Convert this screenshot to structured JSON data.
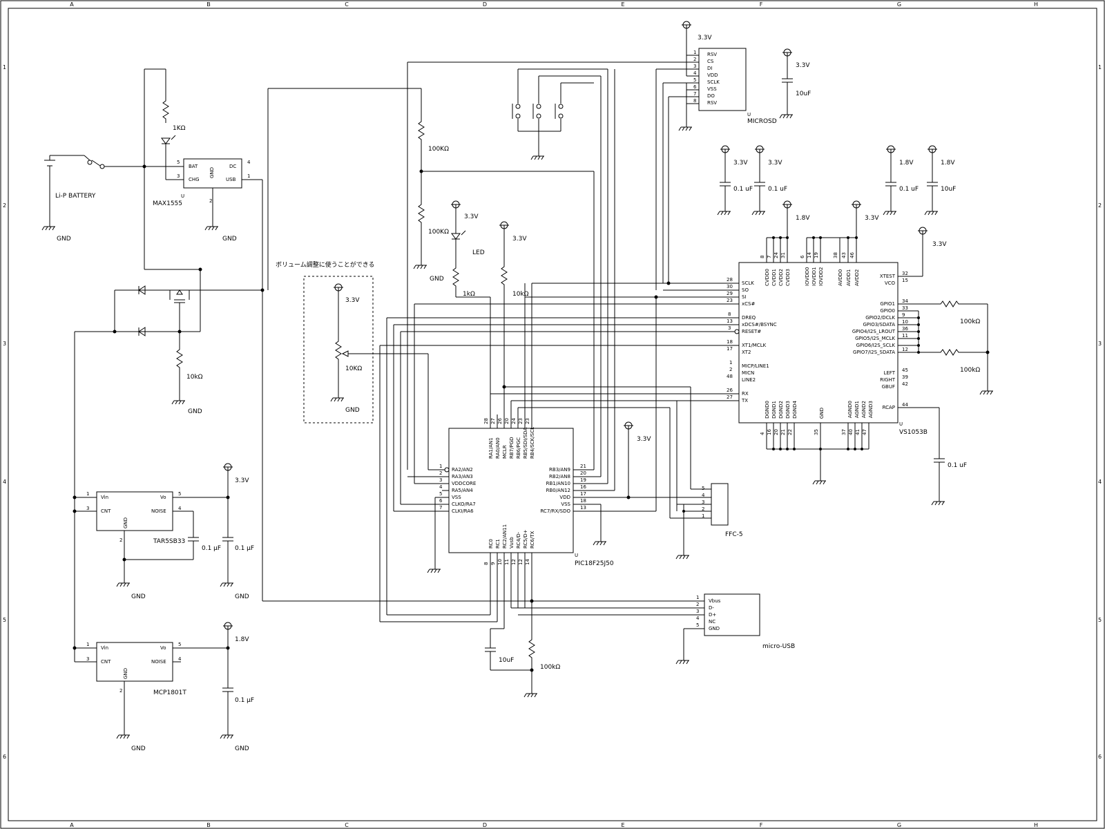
{
  "frame": {
    "cols": [
      "A",
      "B",
      "C",
      "D",
      "E",
      "F",
      "G",
      "H"
    ],
    "rows": [
      "1",
      "2",
      "3",
      "4",
      "5",
      "6"
    ]
  },
  "power": {
    "p33": "3.3V",
    "p18": "1.8V",
    "gnd": "GND"
  },
  "battery": {
    "label": "Li-P BATTERY"
  },
  "max1555": {
    "name": "MAX1555",
    "u": "U",
    "pins": {
      "bat": "BAT",
      "chg": "CHG",
      "dc": "DC",
      "usb": "USB",
      "gnd": "GND"
    },
    "nums": {
      "bat": "5",
      "chg": "3",
      "dc": "4",
      "usb": "1",
      "gnd": "2"
    },
    "r1k": "1KΩ"
  },
  "charger": {
    "r10k": "10kΩ"
  },
  "volume": {
    "note": "ボリューム調整に使うことができる",
    "r": "10KΩ"
  },
  "tar": {
    "name": "TAR5SB33",
    "pins": {
      "vin": "Vin",
      "cnt": "CNT",
      "vo": "Vo",
      "noise": "NOISE",
      "gnd": "GND"
    },
    "nums": {
      "vin": "1",
      "cnt": "3",
      "vo": "5",
      "noise": "4",
      "gnd": "2"
    },
    "c1": "0.1 μF",
    "c2": "0.1 μF"
  },
  "mcp": {
    "name": "MCP1801T",
    "c": "0.1 μF"
  },
  "pic": {
    "name": "PIC18F25J50",
    "top_pins": [
      "RA1/AN1",
      "RA0/AN0",
      "MCLR",
      "RB7/PGD",
      "RB6/PGC",
      "RB5/SDI/SDA",
      "RB4/SCK/SCL"
    ],
    "top_nums": [
      "28",
      "27",
      "26",
      "20",
      "24",
      "23",
      "23"
    ],
    "left_pins": [
      "RA2/AN2",
      "RA3/AN3",
      "VDDCORE",
      "RA5/AN4",
      "VSS",
      "CLKO/RA7",
      "CLKI/RA6"
    ],
    "left_nums": [
      "1",
      "2",
      "3",
      "4",
      "5",
      "6",
      "7"
    ],
    "right_pins": [
      "RB3/AN9",
      "RB2/AN8",
      "RB1/AN10",
      "RB0/AN12",
      "VDD",
      "VSS",
      "RC7/RX/SDO"
    ],
    "right_nums": [
      "21",
      "20",
      "19",
      "16",
      "17",
      "18",
      "13"
    ],
    "bottom_pins": [
      "RC0",
      "RC1",
      "RC2/AN11",
      "Vusb",
      "RC4/D-",
      "RC5/D+",
      "RC6/TX"
    ],
    "bottom_nums": [
      "8",
      "9",
      "10",
      "11",
      "12",
      "12",
      "14"
    ]
  },
  "res": {
    "r100k": "100KΩ",
    "r1k": "1kΩ",
    "r10k": "10kΩ",
    "r100k_small": "100kΩ",
    "led": "LED"
  },
  "usbcircuit": {
    "c": "10uF",
    "r": "100kΩ"
  },
  "microsd": {
    "name": "MICROSD",
    "pins": [
      "RSV",
      "CS",
      "DI",
      "VDD",
      "SCLK",
      "VSS",
      "DO",
      "RSV"
    ],
    "nums": [
      "1",
      "2",
      "3",
      "4",
      "5",
      "6",
      "7",
      "8"
    ],
    "c": "10uF"
  },
  "vs1053": {
    "name": "VS1053B",
    "top_pins": [
      "CVDD0",
      "CVDD1",
      "CVDD2",
      "CVDD3",
      "IOVDD0",
      "IOVDD1",
      "IOVDD2",
      "AVDD0",
      "AVDD1",
      "AVDD2"
    ],
    "top_nums": [
      "8",
      "7",
      "24",
      "31",
      "6",
      "14",
      "19",
      "38",
      "43",
      "46"
    ],
    "left_pins": [
      "SCLK",
      "SO",
      "SI",
      "xCS#",
      "DREQ",
      "xDCS#/BSYNC",
      "RESET#",
      "XT1/MCLK",
      "XT2",
      "MICP/LINE1",
      "MICN",
      "LINE2",
      "RX",
      "TX"
    ],
    "left_nums": [
      "28",
      "30",
      "29",
      "23",
      "8",
      "13",
      "3",
      "18",
      "17",
      "1",
      "2",
      "48",
      "26",
      "27"
    ],
    "right_pins": [
      "XTEST",
      "VCO",
      "GPIO1",
      "GPIO0",
      "GPIO2/DCLK",
      "GPIO3/SDATA",
      "GPIO4/I2S_LROUT",
      "GPIO5/I2S_MCLK",
      "GPIO6/I2S_SCLK",
      "GPIO7/I2S_SDATA",
      "LEFT",
      "RIGHT",
      "GBUF",
      "RCAP"
    ],
    "right_nums": [
      "32",
      "15",
      "34",
      "33",
      "9",
      "10",
      "36",
      "11",
      "12",
      "45",
      "39",
      "42",
      "44"
    ],
    "bottom_pins": [
      "DGND0",
      "DGND1",
      "DGND2",
      "DGND3",
      "DGND4",
      "GND",
      "AGND0",
      "AGND1",
      "AGND2",
      "AGND3"
    ],
    "bottom_nums": [
      "4",
      "16",
      "20",
      "21",
      "22",
      "35",
      "37",
      "40",
      "41",
      "47"
    ],
    "c01": "0.1 uF",
    "c10": "10uF",
    "r100k": "100kΩ"
  },
  "ffc": {
    "name": "FFC-5",
    "nums": [
      "5",
      "4",
      "3",
      "2",
      "1"
    ]
  },
  "musb": {
    "name": "micro-USB",
    "pins": [
      "Vbus",
      "D-",
      "D+",
      "NC",
      "GND"
    ],
    "nums": [
      "1",
      "2",
      "3",
      "4",
      "5"
    ]
  }
}
